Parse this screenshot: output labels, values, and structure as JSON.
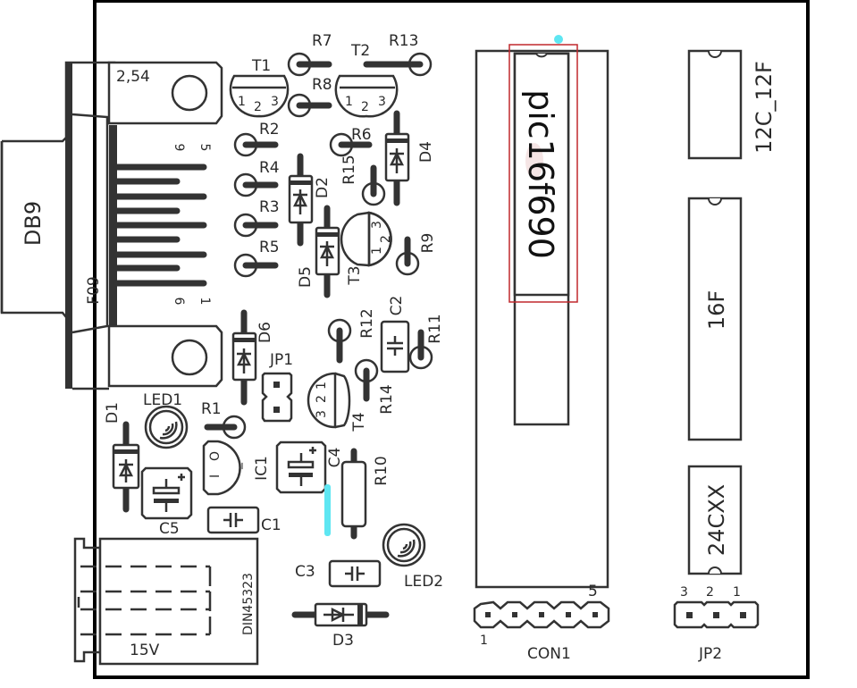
{
  "diagram": {
    "type": "pcb-silkscreen-layout",
    "colors": {
      "silkscreen": "#333333",
      "board_outline": "#000000",
      "highlight_box": "#c0282d",
      "highlight_marker": "#5ee6f2"
    },
    "connector_db9": {
      "label": "DB9",
      "sub_label": "F09",
      "pitch_label": "2,54",
      "pin_labels": {
        "top_left": "9",
        "top_right": "5",
        "bottom_left": "6",
        "bottom_right": "1"
      }
    },
    "power_connector": {
      "label": "DIN45323",
      "voltage": "15V"
    },
    "transistors": [
      {
        "ref": "T1",
        "pins": [
          "1",
          "2",
          "3"
        ]
      },
      {
        "ref": "T2",
        "pins": [
          "1",
          "2",
          "3"
        ]
      },
      {
        "ref": "T3",
        "pins": [
          "1",
          "2",
          "3"
        ]
      },
      {
        "ref": "T4",
        "pins": [
          "3",
          "2",
          "1"
        ]
      }
    ],
    "resistors": [
      "R1",
      "R2",
      "R3",
      "R4",
      "R5",
      "R6",
      "R7",
      "R8",
      "R9",
      "R10",
      "R11",
      "R12",
      "R13",
      "R14",
      "R15"
    ],
    "diodes": [
      "D1",
      "D2",
      "D3",
      "D4",
      "D5",
      "D6"
    ],
    "capacitors": [
      "C1",
      "C2",
      "C3",
      "C4",
      "C5"
    ],
    "leds": [
      "LED1",
      "LED2"
    ],
    "ic1": {
      "ref": "IC1",
      "pins": [
        "I",
        "O",
        "_"
      ]
    },
    "jumpers": [
      {
        "ref": "JP1"
      },
      {
        "ref": "JP2",
        "pin_labels": [
          "3",
          "2",
          "1"
        ]
      }
    ],
    "con1": {
      "ref": "CON1",
      "pin_first": "1",
      "pin_last": "5"
    },
    "sockets": [
      {
        "label": "pic16f690",
        "highlighted": true
      },
      {
        "label": "12C_12F"
      },
      {
        "label": "16F"
      },
      {
        "label": "24CXX"
      }
    ]
  }
}
